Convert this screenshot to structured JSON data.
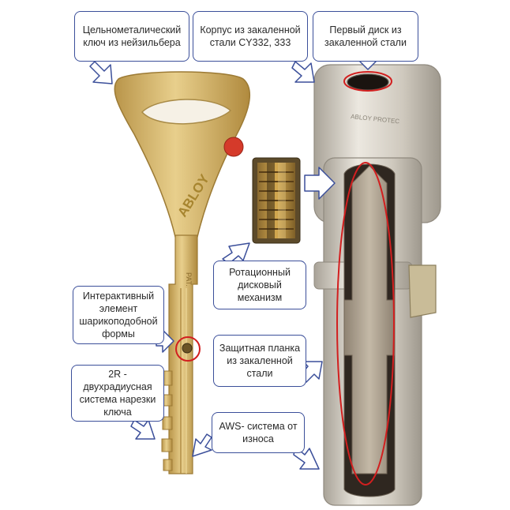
{
  "brand_text": "ABLOY",
  "key_stamp": "PAT.",
  "cylinder_stamp": "ABLOY PROTEC",
  "callouts": {
    "key_material": "Цельнометалический ключ из нейзильбера",
    "housing": "Корпус из закаленной стали CY332, 333",
    "first_disc": "Первый диск из закаленной стали",
    "rotating_disc": "Ротационный дисковый механизм",
    "interactive_element": "Интерактивный элемент шарикоподобной формы",
    "protective_plate": "Защитная планка из закаленной стали",
    "two_radius": "2R - двухрадиусная система нарезки ключа",
    "aws": "AWS- система от износа"
  },
  "colors": {
    "callout_border": "#3b4f9a",
    "arrow_fill": "#ffffff",
    "arrow_stroke": "#3b4f9a",
    "highlight_ring": "#d21f1f",
    "key_gold": "#d9b766",
    "cylinder_silver": "#d6d0c5"
  }
}
